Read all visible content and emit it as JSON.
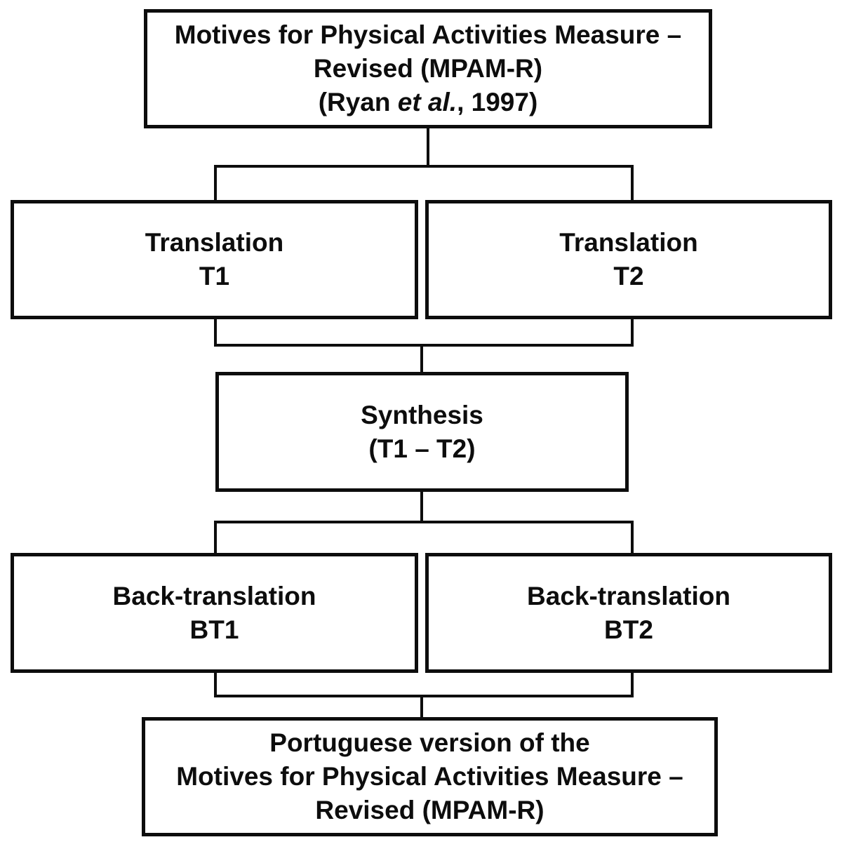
{
  "nodes": {
    "source": {
      "line1": "Motives for Physical Activities Measure –",
      "line2": "Revised (MPAM-R)",
      "citation_prefix": "(Ryan ",
      "citation_italic": "et al.",
      "citation_suffix": ", 1997)"
    },
    "translation1": {
      "line1": "Translation",
      "line2": "T1"
    },
    "translation2": {
      "line1": "Translation",
      "line2": "T2"
    },
    "synthesis": {
      "line1": "Synthesis",
      "line2": "(T1 – T2)"
    },
    "backtranslation1": {
      "line1": "Back-translation",
      "line2": "BT1"
    },
    "backtranslation2": {
      "line1": "Back-translation",
      "line2": "BT2"
    },
    "result": {
      "line1": "Portuguese version of the",
      "line2": "Motives for Physical Activities Measure –",
      "line3": "Revised (MPAM-R)"
    }
  },
  "colors": {
    "border": "#0d0d0d",
    "background": "#ffffff",
    "text": "#0d0d0d"
  }
}
